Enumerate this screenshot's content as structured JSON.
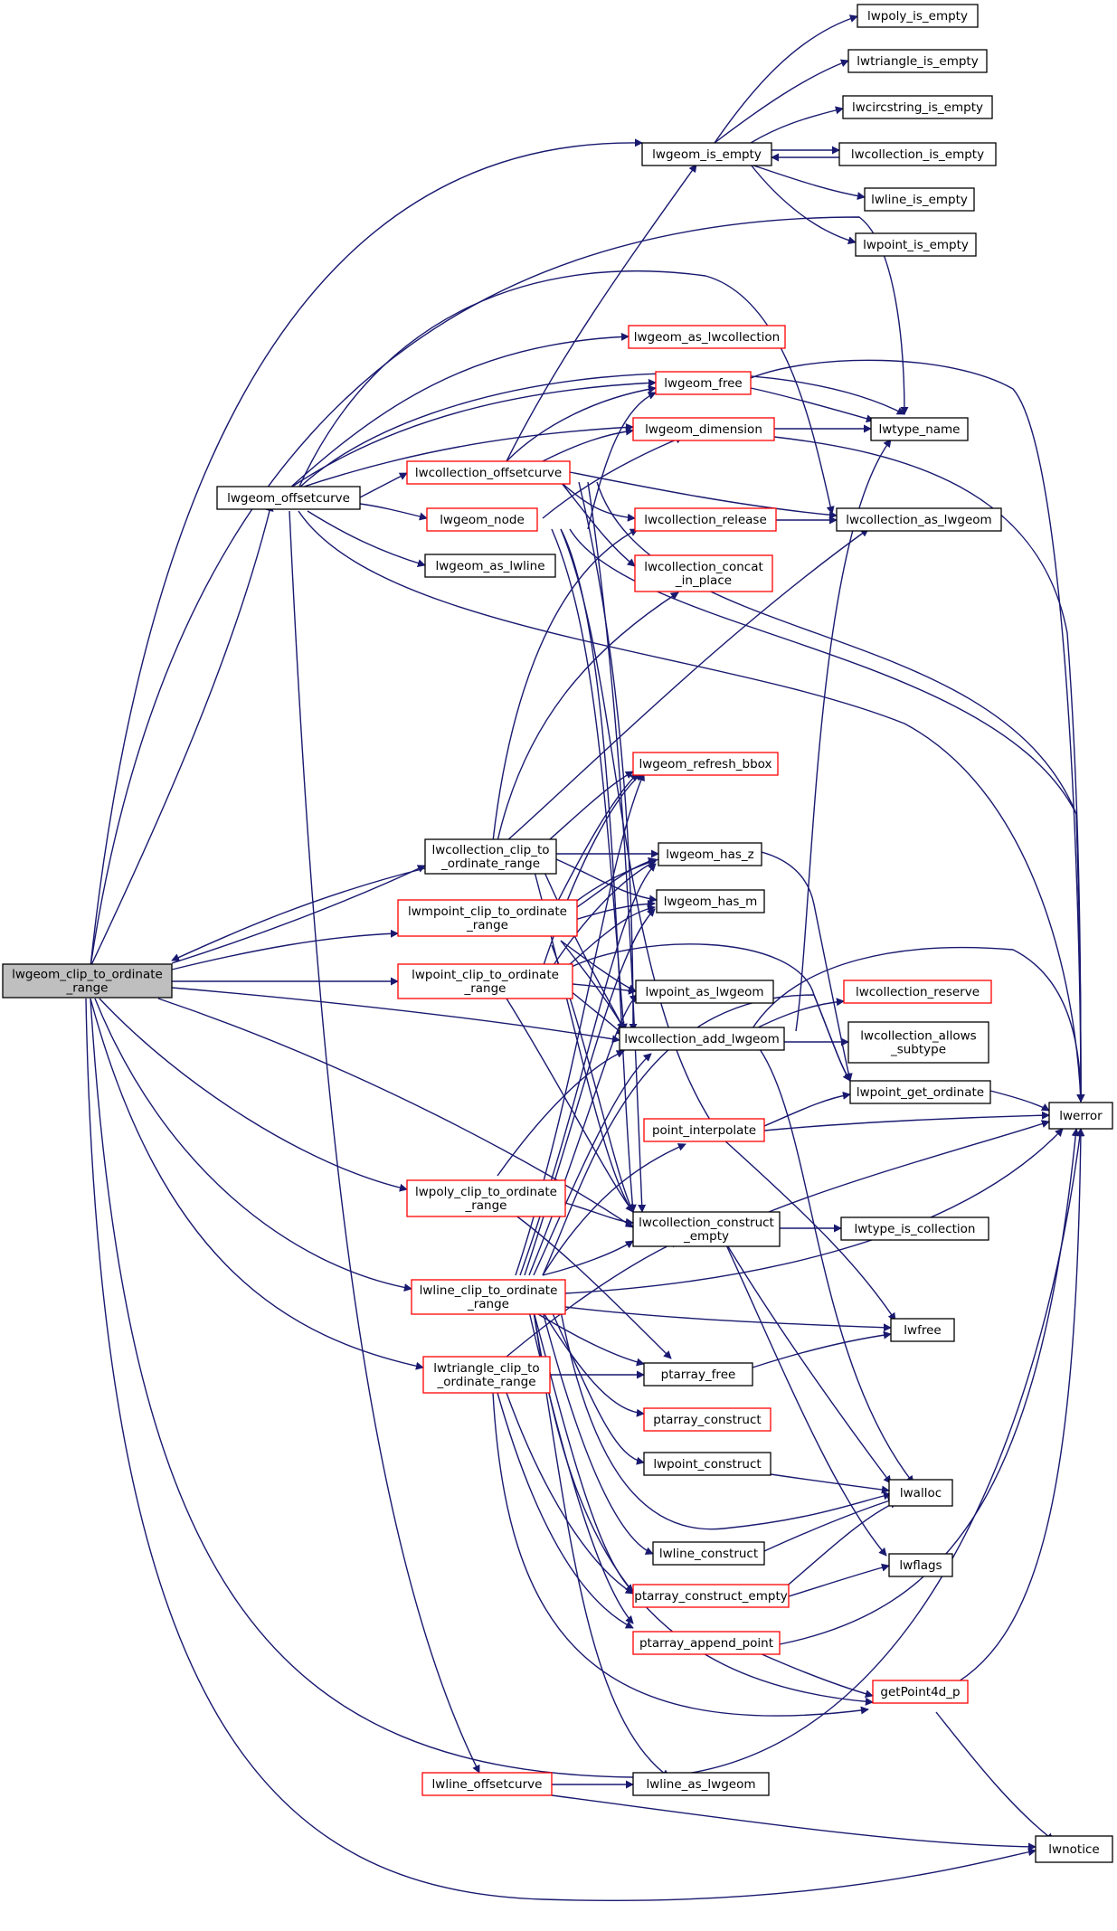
{
  "colors": {
    "edge": "#191970",
    "border_default": "#000000",
    "border_truncated": "#ff0000",
    "root_fill": "#bfbfbf"
  },
  "nodes": {
    "root": [
      "lwgeom_clip_to_ordinate",
      "_range"
    ],
    "lwpoly_is_empty": [
      "lwpoly_is_empty"
    ],
    "lwtriangle_is_empty": [
      "lwtriangle_is_empty"
    ],
    "lwcircstring_is_empty": [
      "lwcircstring_is_empty"
    ],
    "lwgeom_is_empty": [
      "lwgeom_is_empty"
    ],
    "lwcollection_is_empty": [
      "lwcollection_is_empty"
    ],
    "lwline_is_empty": [
      "lwline_is_empty"
    ],
    "lwpoint_is_empty": [
      "lwpoint_is_empty"
    ],
    "lwgeom_as_lwcollection": [
      "lwgeom_as_lwcollection"
    ],
    "lwgeom_free": [
      "lwgeom_free"
    ],
    "lwgeom_dimension": [
      "lwgeom_dimension"
    ],
    "lwtype_name": [
      "lwtype_name"
    ],
    "lwgeom_offsetcurve": [
      "lwgeom_offsetcurve"
    ],
    "lwcollection_offsetcurve": [
      "lwcollection_offsetcurve"
    ],
    "lwgeom_node": [
      "lwgeom_node"
    ],
    "lwcollection_release": [
      "lwcollection_release"
    ],
    "lwcollection_as_lwgeom": [
      "lwcollection_as_lwgeom"
    ],
    "lwgeom_as_lwline": [
      "lwgeom_as_lwline"
    ],
    "lwcollection_concat_in_place": [
      "lwcollection_concat",
      "_in_place"
    ],
    "lwgeom_refresh_bbox": [
      "lwgeom_refresh_bbox"
    ],
    "lwcollection_clip_to_ordinate_range": [
      "lwcollection_clip_to",
      "_ordinate_range"
    ],
    "lwgeom_has_z": [
      "lwgeom_has_z"
    ],
    "lwmpoint_clip_to_ordinate_range": [
      "lwmpoint_clip_to_ordinate",
      "_range"
    ],
    "lwgeom_has_m": [
      "lwgeom_has_m"
    ],
    "lwpoint_clip_to_ordinate_range": [
      "lwpoint_clip_to_ordinate",
      "_range"
    ],
    "lwpoint_as_lwgeom": [
      "lwpoint_as_lwgeom"
    ],
    "lwcollection_reserve": [
      "lwcollection_reserve"
    ],
    "lwcollection_add_lwgeom": [
      "lwcollection_add_lwgeom"
    ],
    "lwcollection_allows_subtype": [
      "lwcollection_allows",
      "_subtype"
    ],
    "lwpoint_get_ordinate": [
      "lwpoint_get_ordinate"
    ],
    "lwerror": [
      "lwerror"
    ],
    "point_interpolate": [
      "point_interpolate"
    ],
    "lwpoly_clip_to_ordinate_range": [
      "lwpoly_clip_to_ordinate",
      "_range"
    ],
    "lwcollection_construct_empty": [
      "lwcollection_construct",
      "_empty"
    ],
    "lwtype_is_collection": [
      "lwtype_is_collection"
    ],
    "lwline_clip_to_ordinate_range": [
      "lwline_clip_to_ordinate",
      "_range"
    ],
    "lwfree": [
      "lwfree"
    ],
    "lwtriangle_clip_to_ordinate_range": [
      "lwtriangle_clip_to",
      "_ordinate_range"
    ],
    "ptarray_free": [
      "ptarray_free"
    ],
    "ptarray_construct": [
      "ptarray_construct"
    ],
    "lwpoint_construct": [
      "lwpoint_construct"
    ],
    "lwalloc": [
      "lwalloc"
    ],
    "lwline_construct": [
      "lwline_construct"
    ],
    "lwflags": [
      "lwflags"
    ],
    "ptarray_construct_empty": [
      "ptarray_construct_empty"
    ],
    "ptarray_append_point": [
      "ptarray_append_point"
    ],
    "getPoint4d_p": [
      "getPoint4d_p"
    ],
    "lwline_offsetcurve": [
      "lwline_offsetcurve"
    ],
    "lwline_as_lwgeom": [
      "lwline_as_lwgeom"
    ],
    "lwnotice": [
      "lwnotice"
    ]
  }
}
